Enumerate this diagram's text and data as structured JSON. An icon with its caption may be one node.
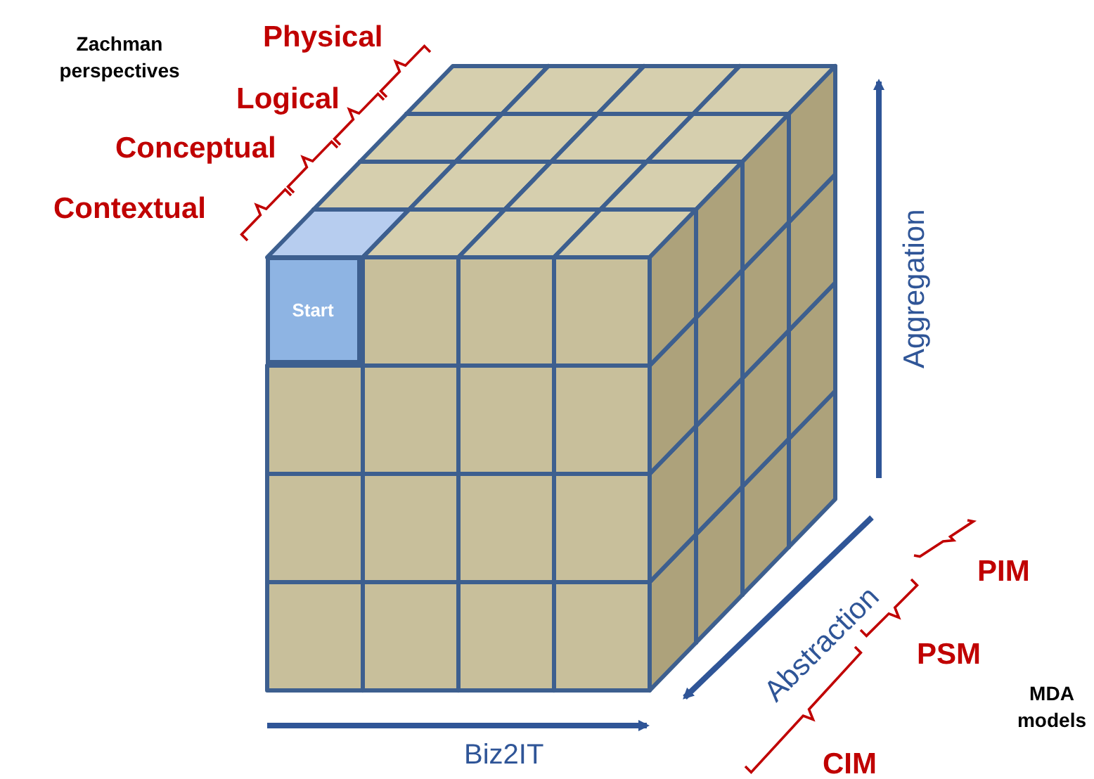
{
  "diagram": {
    "nodes": [
      {
        "text": [
          "Start"
        ]
      }
    ],
    "edges": [],
    "labels": [
      "Zachman perspectives",
      "Physical",
      "Logical",
      "Conceptual",
      "Contextual",
      "Aggregation",
      "PIM",
      "Abstraction",
      "PSM",
      "MDA models",
      "Biz2IT",
      "CIM"
    ]
  }
}
